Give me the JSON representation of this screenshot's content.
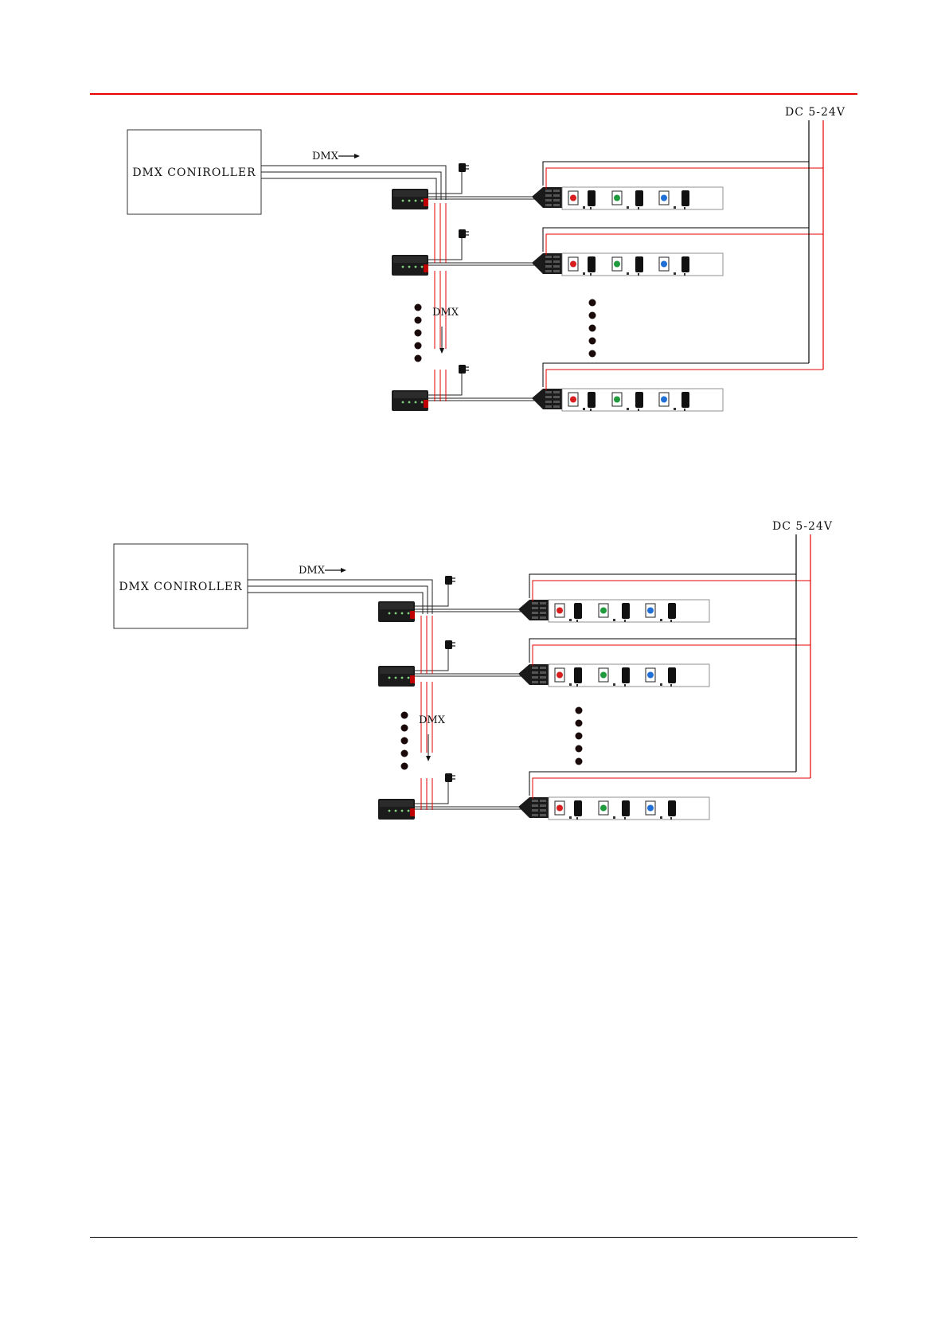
{
  "diagrams": [
    {
      "controller_label": "DMX CONIROLLER",
      "dmx_label_top": "DMX",
      "dmx_label_mid": "DMX",
      "power_label": "DC 5-24V"
    },
    {
      "controller_label": "DMX CONIROLLER",
      "dmx_label_top": "DMX",
      "dmx_label_mid": "DMX",
      "power_label": "DC 5-24V"
    }
  ],
  "colors": {
    "header_rule": "#e60000",
    "power_positive": "#e60000",
    "power_negative": "#000000",
    "led_red": "#d61e1e",
    "led_green": "#1f9a3c",
    "led_blue": "#1f6fd6"
  }
}
